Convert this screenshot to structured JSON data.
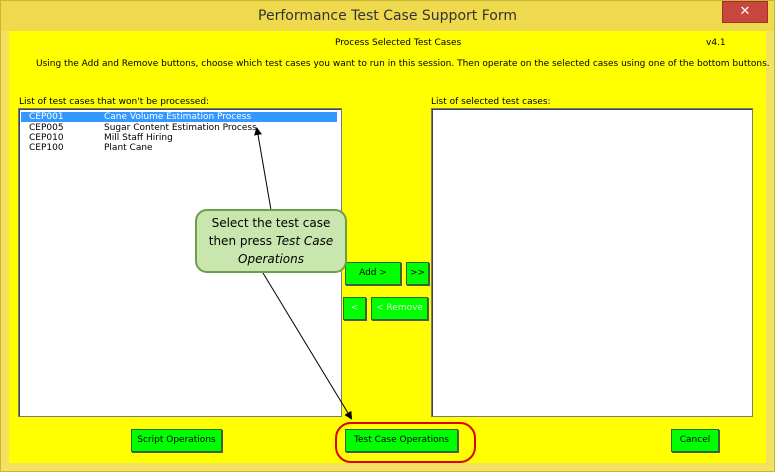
{
  "window": {
    "title": "Performance Test Case Support Form",
    "close_glyph": "✕"
  },
  "header": {
    "section_title": "Process Selected Test Cases",
    "version": "v4.1"
  },
  "instructions": "Using the Add and Remove buttons, choose which test cases you want to run in this session. Then operate on the selected cases using one of the bottom buttons.",
  "left_list": {
    "label": "List of test cases that won't be processed:",
    "items": [
      {
        "code": "CEP001",
        "name": "Cane Volume Estimation Process",
        "selected": true
      },
      {
        "code": "CEP005",
        "name": "Sugar Content Estimation Process",
        "selected": false
      },
      {
        "code": "CEP010",
        "name": "Mill Staff Hiring",
        "selected": false
      },
      {
        "code": "CEP100",
        "name": "Plant Cane",
        "selected": false
      }
    ]
  },
  "right_list": {
    "label": "List of selected test cases:",
    "items": []
  },
  "buttons": {
    "add": "Add >",
    "add_all": ">>",
    "remove_all": "<",
    "remove": "< Remove",
    "script_ops": "Script Operations",
    "test_case_ops": "Test Case Operations",
    "cancel": "Cancel"
  },
  "callout": {
    "line1": "Select the test case",
    "line2_plain": "then press ",
    "line2_italic": "Test Case",
    "line3_italic": "Operations"
  }
}
